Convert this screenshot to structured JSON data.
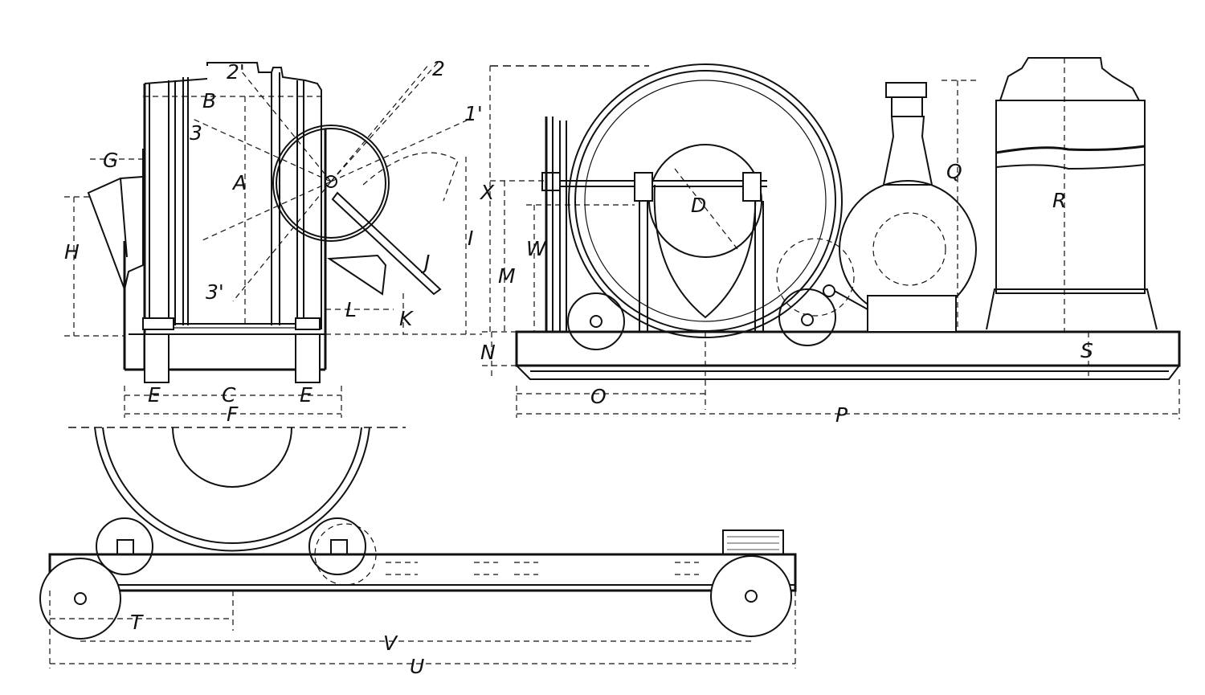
{
  "title": "",
  "labels": {
    "A": "A",
    "B": "B",
    "C": "C",
    "D": "D",
    "E1": "E",
    "E2": "E",
    "F": "F",
    "G": "G",
    "H": "H",
    "I": "I",
    "J": "J",
    "K": "K",
    "L": "L",
    "M": "M",
    "N": "N",
    "O": "O",
    "P": "P",
    "Q": "Q",
    "R": "R",
    "S": "S",
    "T": "T",
    "U": "U",
    "V": "V",
    "W": "W",
    "X": "X",
    "pos2": "2",
    "pos2p": "2'",
    "pos1p": "1'",
    "pos3": "3",
    "pos3p": "3'"
  },
  "views": [
    "end-view",
    "side-elevation",
    "plan-view"
  ],
  "colors": {
    "ink": "#111111",
    "paper": "#ffffff"
  }
}
